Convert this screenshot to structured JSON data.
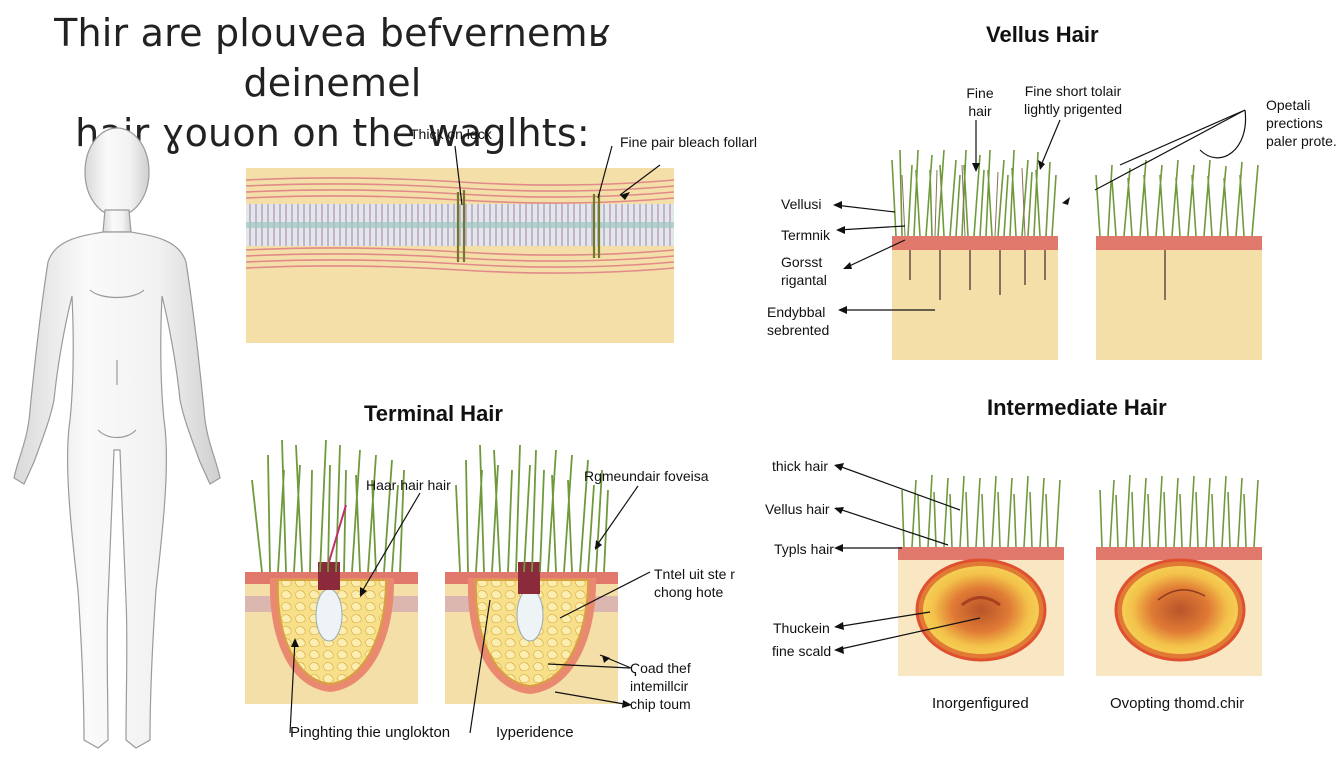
{
  "title": {
    "line1": "Thir are plouvea befvernemʁ deinemel",
    "line2": "hair ɣouon on the waglhts:"
  },
  "headings": {
    "vellus": "Vellus Hair",
    "terminal": "Terminal Hair",
    "intermediate": "Intermediate Hair"
  },
  "labels": {
    "thick_on_lock": "Thick on lock",
    "fine_pair_bleach": "Fine pair bleach follarl",
    "fine_hair_1": "Fine",
    "fine_hair_2": "hair",
    "fine_short_1": "Fine short tolair",
    "fine_short_2": "lightly prigented",
    "opetali_1": "Opetali",
    "opetali_2": "prections",
    "opetali_3": "paler prote.",
    "vellusi": "Vellusi",
    "termnik": "Termnik",
    "gorsst_1": "Gorsst",
    "gorsst_2": "rigantal",
    "endybbal_1": "Endybbal",
    "endybbal_2": "sebrented",
    "haar_hair": "Haar hair hair",
    "rgmeundair": "Rgmeundair foveisa",
    "tntel_1": "Tntel uit ste r",
    "tntel_2": "chong hote",
    "load_1": "Ҁoad thef",
    "load_2": "intemillcir",
    "load_3": "chip toum",
    "pinghting": "Pinghting thie unglokton",
    "hyperidence": "Ιyperidence",
    "thick_hair": "thick hair",
    "vellus_hair": "Vellus hair",
    "typls_hair": "Typls hair",
    "thuckein": "Thuckein",
    "fine_scald": "fine scald",
    "inorgenfigured": "Inorgenfigured",
    "ovopting": "Ovopting thomd.chir"
  },
  "colors": {
    "skin_band": "#f5dfa8",
    "epidermis": "#e0786c",
    "hair_green": "#6f9a3c",
    "follicle_yellow": "#f1cf6a",
    "bulb_orange": "#e07a35"
  }
}
